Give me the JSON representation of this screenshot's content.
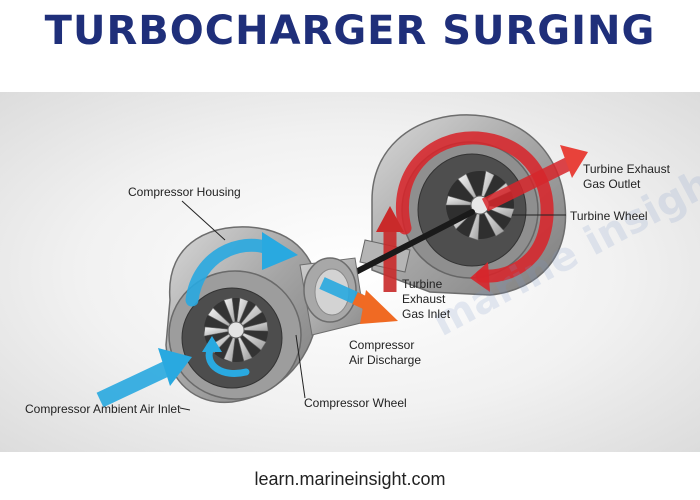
{
  "title": "TURBOCHARGER SURGING",
  "labels": {
    "compressor_housing": "Compressor Housing",
    "turbine_exhaust_outlet": [
      "Turbine Exhaust",
      "Gas Outlet"
    ],
    "turbine_wheel": "Turbine Wheel",
    "turbine_exhaust_inlet": [
      "Turbine",
      "Exhaust",
      "Gas Inlet"
    ],
    "compressor_air_discharge": [
      "Compressor",
      "Air Discharge"
    ],
    "compressor_ambient_air_inlet": "Compressor Ambient Air Inlet",
    "compressor_wheel": "Compressor Wheel"
  },
  "watermark": "marine insight",
  "footer": "learn.marineinsight.com",
  "colors": {
    "title": "#1f2f7a",
    "air_flow": "#29a9e0",
    "exhaust_flow": "#d7262b",
    "discharge_flow": "#f06a23",
    "housing": "#9a9a9a"
  }
}
